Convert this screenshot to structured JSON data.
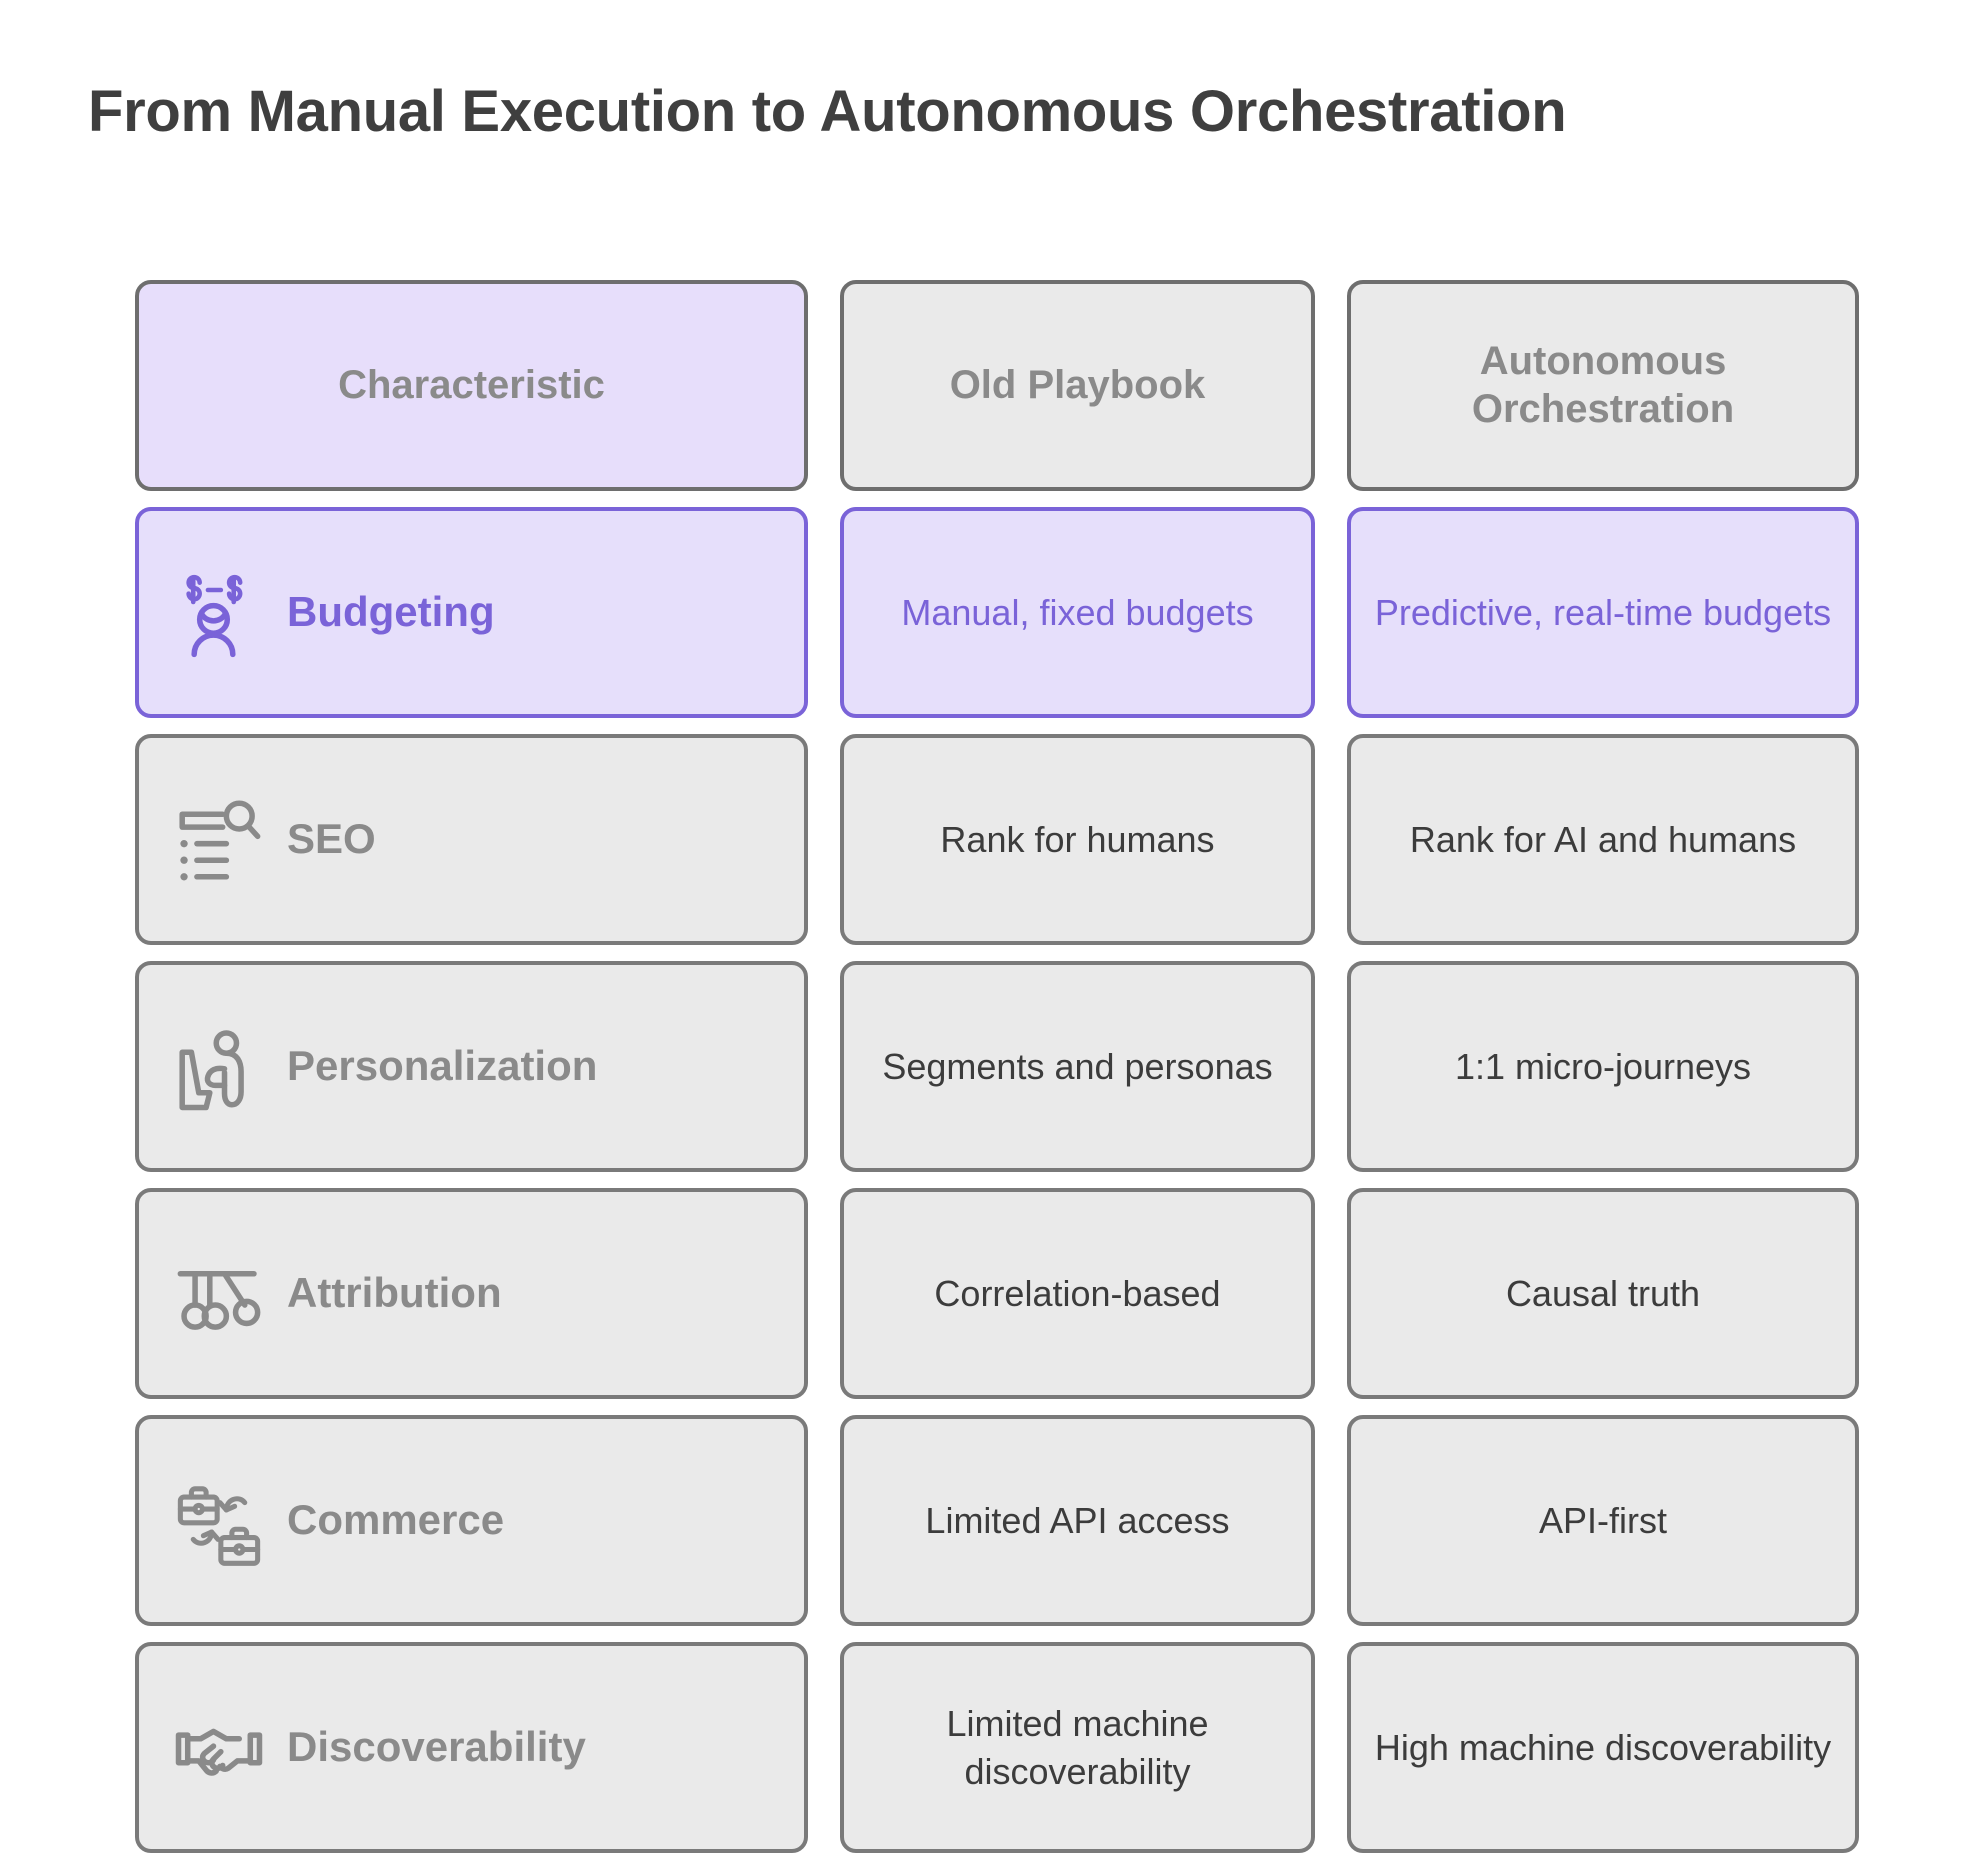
{
  "page": {
    "title": "From Manual Execution to Autonomous Orchestration",
    "background_color": "#ffffff",
    "accent_color": "#7a63d8",
    "accent_fill": "#e6dffb",
    "neutral_fill": "#eaeaea",
    "neutral_border": "#7a7a7a",
    "neutral_text": "#8a8a8a",
    "body_text": "#3c3c3c"
  },
  "table": {
    "headers": [
      {
        "label": "Characteristic",
        "highlight": true
      },
      {
        "label": "Old Playbook",
        "highlight": false
      },
      {
        "label": "Autonomous Orchestration",
        "highlight": false
      }
    ],
    "rows": [
      {
        "icon": "budget-person-icon",
        "label": "Budgeting",
        "old_playbook": "Manual, fixed budgets",
        "autonomous_orchestration": "Predictive, real-time budgets",
        "highlight": true
      },
      {
        "icon": "list-search-icon",
        "label": "SEO",
        "old_playbook": "Rank for humans",
        "autonomous_orchestration": "Rank for AI and humans",
        "highlight": false
      },
      {
        "icon": "person-interaction-icon",
        "label": "Personalization",
        "old_playbook": "Segments and personas",
        "autonomous_orchestration": "1:1 micro-journeys",
        "highlight": false
      },
      {
        "icon": "newtons-cradle-icon",
        "label": "Attribution",
        "old_playbook": "Correlation-based",
        "autonomous_orchestration": "Causal truth",
        "highlight": false
      },
      {
        "icon": "briefcase-exchange-icon",
        "label": "Commerce",
        "old_playbook": "Limited API access",
        "autonomous_orchestration": "API-first",
        "highlight": false
      },
      {
        "icon": "handshake-icon",
        "label": "Discoverability",
        "old_playbook": "Limited machine discoverability",
        "autonomous_orchestration": "High machine discoverability",
        "highlight": false
      }
    ]
  }
}
